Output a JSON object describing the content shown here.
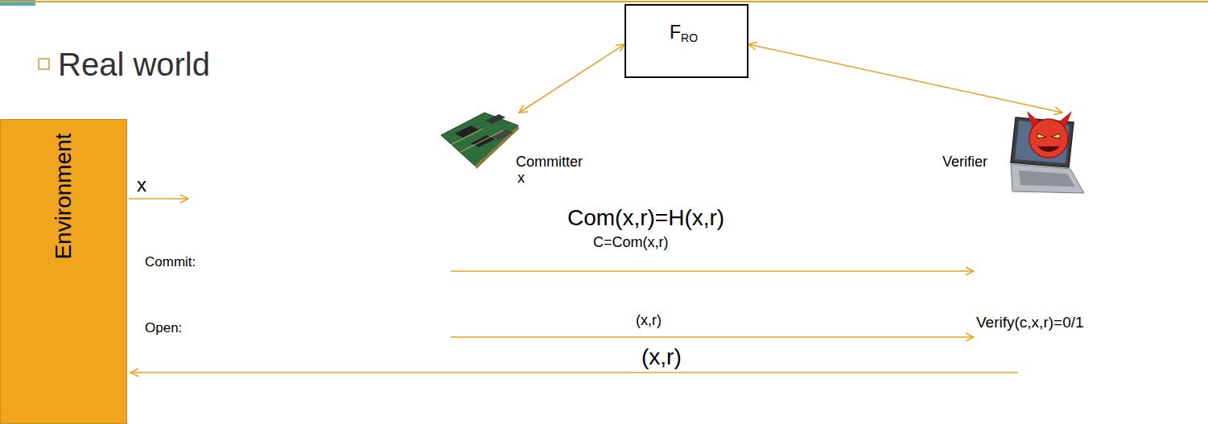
{
  "diagram": {
    "title": "Real world",
    "nodes": [
      {
        "text": [
          "F",
          "RO"
        ]
      },
      {
        "text": [
          "Environment"
        ]
      },
      {
        "text": [
          "Committer",
          "x"
        ]
      },
      {
        "text": [
          "Verifier"
        ]
      }
    ],
    "edges": [
      {
        "from": 0,
        "to": 2,
        "arrow": "both"
      },
      {
        "from": 0,
        "to": 3,
        "arrow": "both"
      }
    ],
    "labels": [
      "x",
      "Com(x,r)=H(x,r)",
      "C=Com(x,r)",
      "Commit:",
      "Open:",
      "(x,r)",
      "Verify(c,x,r)=0/1",
      "(x,r)"
    ]
  }
}
